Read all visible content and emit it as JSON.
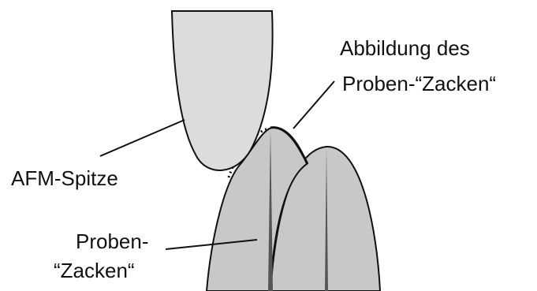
{
  "diagram": {
    "labels": {
      "imaging_line1": "Abbildung des",
      "imaging_line2": "Proben-“Zacken“",
      "afm_tip": "AFM-Spitze",
      "sample_line1": "Proben-",
      "sample_line2": "“Zacken“"
    },
    "colors": {
      "tip_fill": "#dcdcdc",
      "spike_fill": "#c8c8c8",
      "spike_core": "#555555",
      "outline": "#111111",
      "text": "#111111"
    }
  }
}
